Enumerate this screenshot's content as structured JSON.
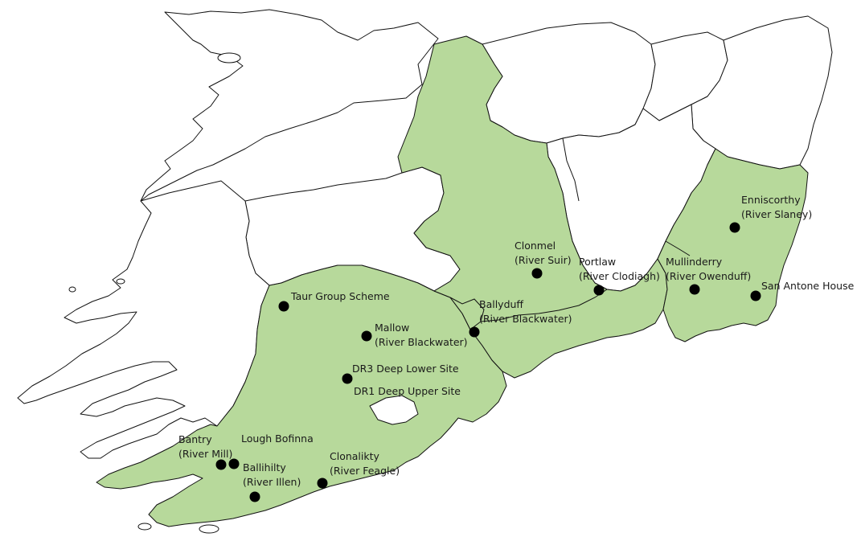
{
  "colors": {
    "study_region_fill": "#b7d99b",
    "other_county_fill": "#ffffff",
    "boundary": "#111111",
    "site_marker": "#000000"
  },
  "sites": [
    {
      "id": "taur",
      "lines": [
        "Taur Group Scheme"
      ]
    },
    {
      "id": "mallow",
      "lines": [
        "Mallow",
        "(River Blackwater)"
      ]
    },
    {
      "id": "dr3",
      "lines": [
        "DR3 Deep Lower Site"
      ]
    },
    {
      "id": "dr1",
      "lines": [
        "DR1 Deep Upper Site"
      ]
    },
    {
      "id": "bantry",
      "lines": [
        "Bantry",
        "(River Mill)"
      ]
    },
    {
      "id": "lough-bofinna",
      "lines": [
        "Lough Bofinna"
      ]
    },
    {
      "id": "ballihilty",
      "lines": [
        "Ballihilty",
        "(River Illen)"
      ]
    },
    {
      "id": "clonalikty",
      "lines": [
        "Clonalikty",
        "(River Feagle)"
      ]
    },
    {
      "id": "ballyduff",
      "lines": [
        "Ballyduff",
        "(River Blackwater)"
      ]
    },
    {
      "id": "clonmel",
      "lines": [
        "Clonmel",
        "(River Suir)"
      ]
    },
    {
      "id": "portlaw",
      "lines": [
        "Portlaw",
        "(River Clodiagh)"
      ]
    },
    {
      "id": "mullinderry",
      "lines": [
        "Mullinderry",
        "(River Owenduff)"
      ]
    },
    {
      "id": "enniscorthy",
      "lines": [
        "Enniscorthy",
        "(River Slaney)"
      ]
    },
    {
      "id": "san-antone",
      "lines": [
        "San Antone House"
      ]
    }
  ]
}
